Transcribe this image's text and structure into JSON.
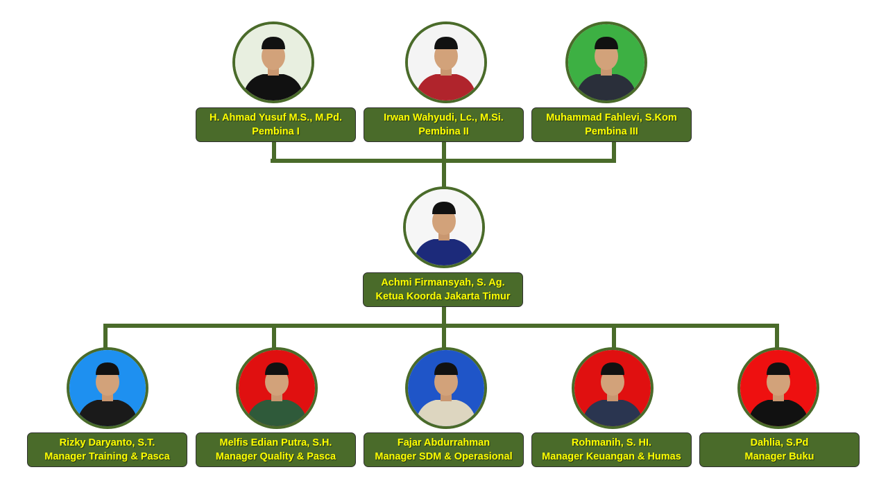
{
  "colors": {
    "box": "#4a6b2a",
    "text": "#ffff00",
    "line": "#4a6b2a"
  },
  "pembina": [
    {
      "name": "H. Ahmad Yusuf M.S., M.Pd.",
      "role": "Pembina I",
      "bg": "#e8efe0",
      "cloth": "#111111"
    },
    {
      "name": "Irwan Wahyudi, Lc., M.Si.",
      "role": "Pembina II",
      "bg": "#f4f4f4",
      "cloth": "#b0242c"
    },
    {
      "name": "Muhammad Fahlevi, S.Kom",
      "role": "Pembina III",
      "bg": "#3db043",
      "cloth": "#2a2f3a"
    }
  ],
  "ketua": {
    "name": "Achmi Firmansyah, S. Ag.",
    "role": "Ketua Koorda Jakarta Timur",
    "bg": "#f6f6f6",
    "cloth": "#1c2a7a"
  },
  "managers": [
    {
      "name": "Rizky Daryanto, S.T.",
      "role": "Manager Training & Pasca",
      "bg": "#1e90f0",
      "cloth": "#1a1a1a"
    },
    {
      "name": "Melfis Edian Putra, S.H.",
      "role": "Manager Quality & Pasca",
      "bg": "#e01010",
      "cloth": "#2f5a3a"
    },
    {
      "name": "Fajar Abdurrahman",
      "role": "Manager SDM & Operasional",
      "bg": "#1f55c8",
      "cloth": "#ddd6c0"
    },
    {
      "name": "Rohmanih, S. HI.",
      "role": "Manager Keuangan & Humas",
      "bg": "#e01010",
      "cloth": "#2a3550"
    },
    {
      "name": "Dahlia, S.Pd",
      "role": "Manager Buku",
      "bg": "#ee1010",
      "cloth": "#111111"
    }
  ]
}
